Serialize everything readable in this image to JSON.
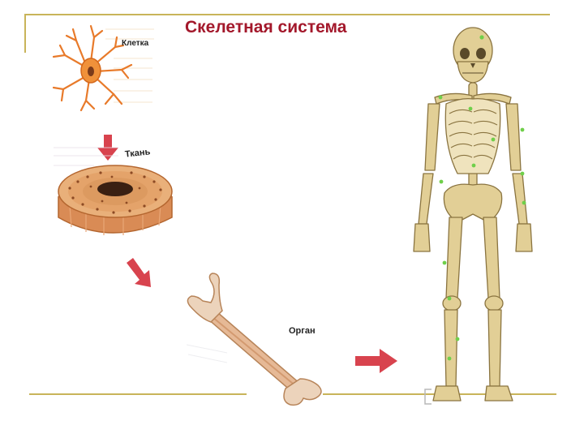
{
  "title": "Скелетная система",
  "labels": {
    "cell": "Клетка",
    "tissue": "Ткань",
    "organ": "Орган"
  },
  "colors": {
    "title": "#a3182b",
    "frame": "#c8b45a",
    "arrow": "#d8434e",
    "bone": "#e2cf96",
    "bone_outline": "#8a7440",
    "joint_dot": "#6fcf4a"
  },
  "icons": [
    "bone-cell-illustration",
    "bone-tissue-illustration",
    "femur-illustration",
    "skeleton-illustration",
    "arrow-down-icon",
    "arrow-right-icon"
  ]
}
